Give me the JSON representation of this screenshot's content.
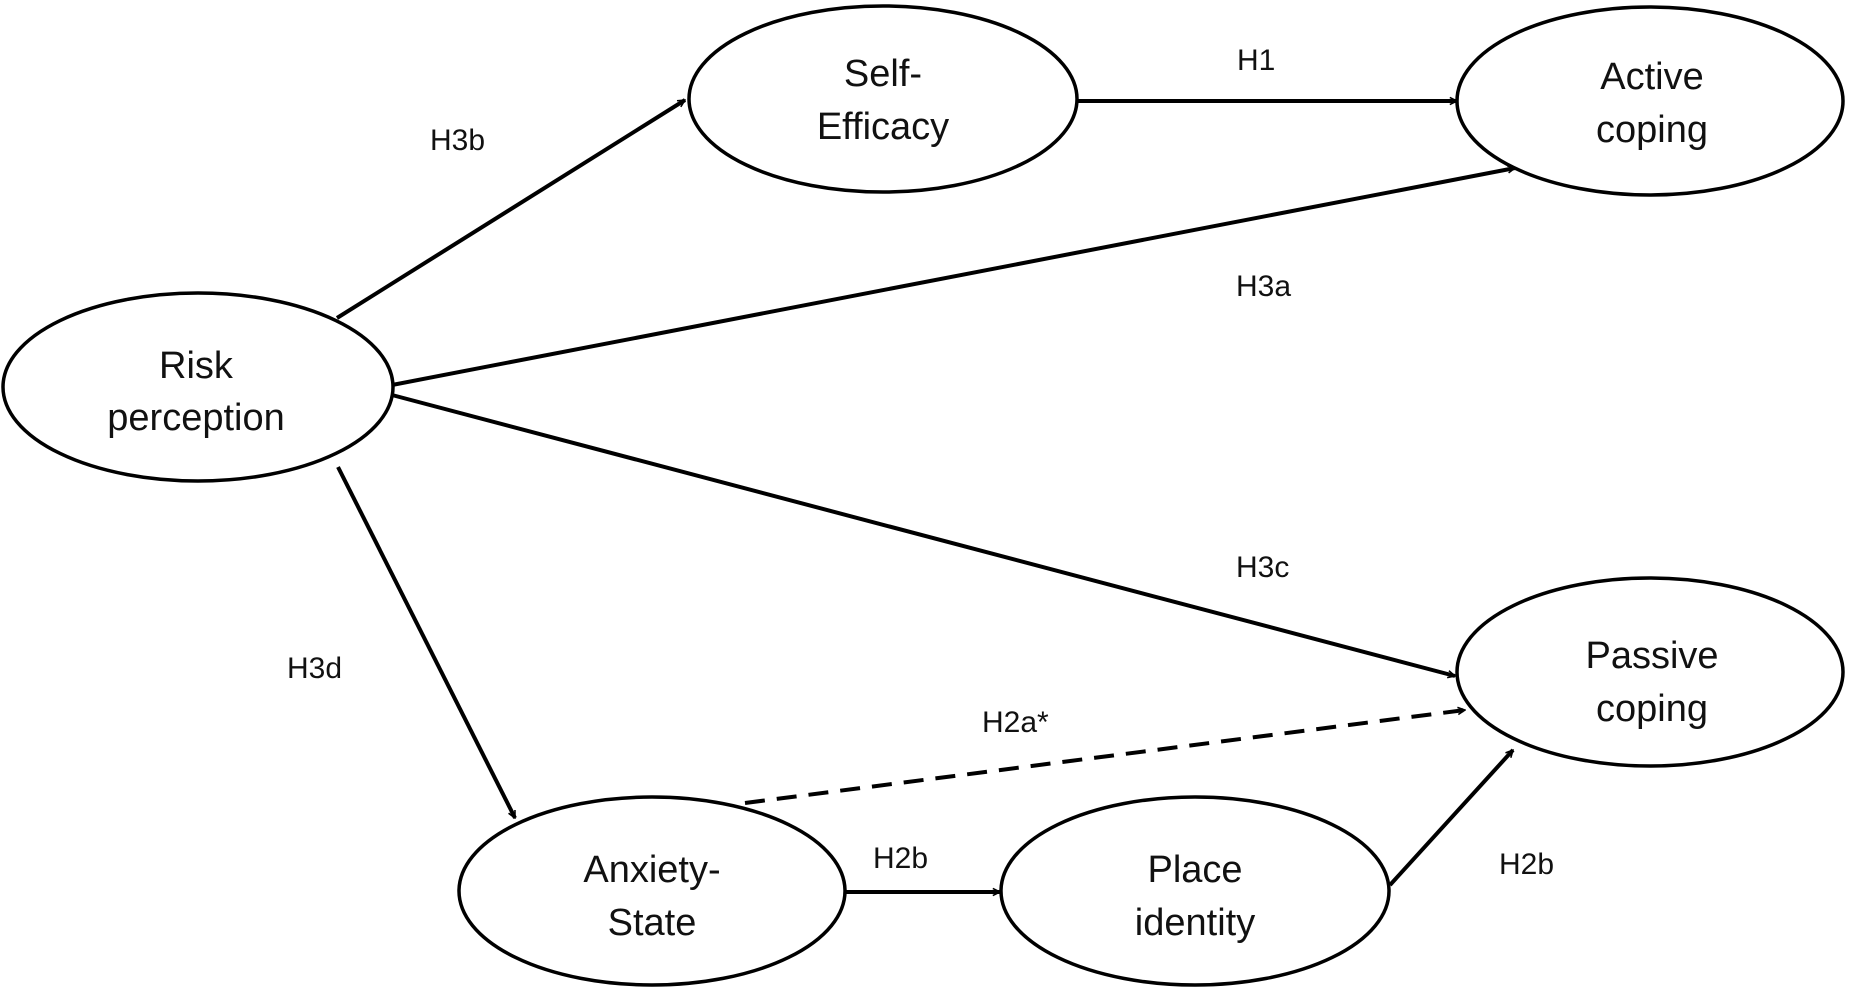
{
  "nodes": {
    "risk": {
      "line1": "Risk",
      "line2": "perception"
    },
    "self_efficacy": {
      "line1": "Self-",
      "line2": "Efficacy"
    },
    "active": {
      "line1": "Active",
      "line2": "coping"
    },
    "passive": {
      "line1": "Passive",
      "line2": "coping"
    },
    "anxiety": {
      "line1": "Anxiety-",
      "line2": "State"
    },
    "place": {
      "line1": "Place",
      "line2": "identity"
    }
  },
  "edges": {
    "h3b": "H3b",
    "h1": "H1",
    "h3a": "H3a",
    "h3c": "H3c",
    "h3d": "H3d",
    "h2a": "H2a*",
    "h2b_1": "H2b",
    "h2b_2": "H2b"
  },
  "colors": {
    "stroke": "#000000",
    "background": "#ffffff"
  }
}
